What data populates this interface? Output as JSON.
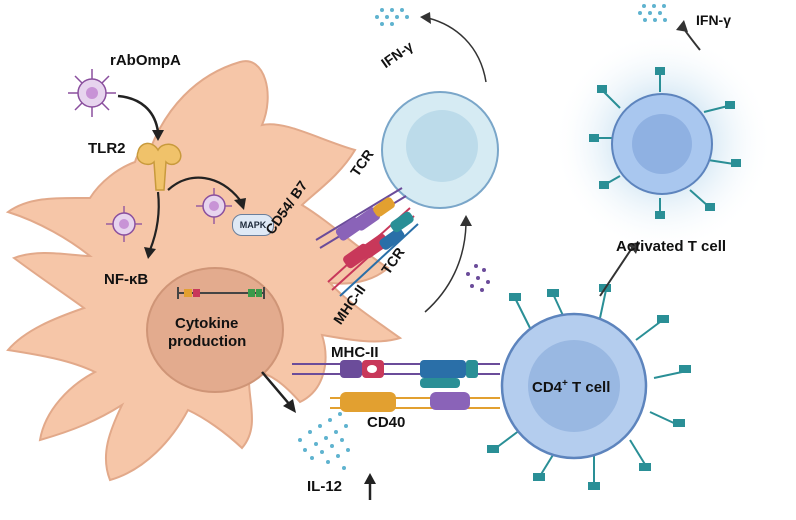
{
  "labels": {
    "rabompa": "rAbOmpA",
    "tlr2": "TLR2",
    "mapk": "MAPK",
    "nfkb": "NF-κB",
    "cytokine": "Cytokine",
    "production": "production",
    "cd54_b7": "CD54/ B7",
    "tcr_top": "TCR",
    "mhcii_diag": "MHC-II",
    "tcr_diag": "TCR",
    "mhcii": "MHC-II",
    "cd40": "CD40",
    "il12": "IL-12",
    "ifn_left": "IFN-γ",
    "ifn_right": "IFN-γ",
    "activated": "Activated T cell",
    "cd4_prefix": "CD4",
    "cd4_sup": "+",
    "cd4_suffix": " T cell"
  },
  "colors": {
    "dc_body": "#f6c6a8",
    "dc_outline": "#d9a07f",
    "nucleus": "#e3ab8e",
    "tcell_outer": "#c9def2",
    "tcell_inner": "#a7c6e8",
    "cd4_outer": "#b4cdee",
    "cd4_inner": "#99b8e2",
    "teal": "#2a8f96",
    "purple": "#6b4c9a",
    "orange": "#e2a030",
    "red": "#c8385a",
    "blue": "#2a6fa8"
  }
}
